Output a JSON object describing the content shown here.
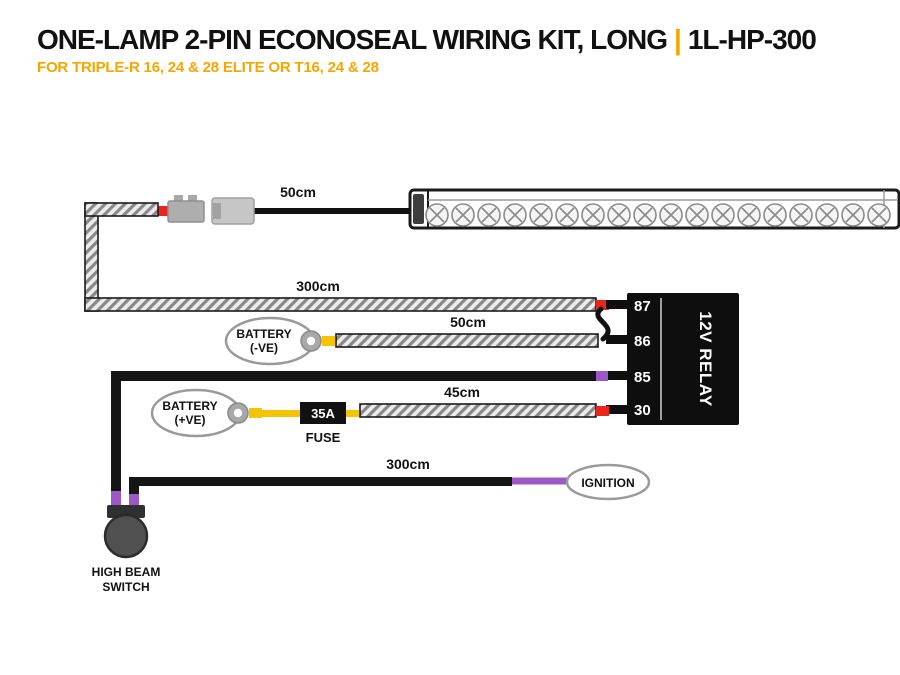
{
  "header": {
    "title": "ONE-LAMP 2-PIN ECONOSEAL WIRING KIT, LONG",
    "separator": "|",
    "code": "1L-HP-300",
    "subtitle": "FOR TRIPLE-R 16, 24 & 28 ELITE OR T16, 24 & 28"
  },
  "labels": {
    "lamp_cable": "50cm",
    "main_cable": "300cm",
    "battery_neg_cable": "50cm",
    "battery_pos_cable": "45cm",
    "ignition_cable": "300cm",
    "battery_neg": {
      "line1": "BATTERY",
      "line2": "(-VE)"
    },
    "battery_pos": {
      "line1": "BATTERY",
      "line2": "(+VE)"
    },
    "fuse_rating": "35A",
    "fuse": "FUSE",
    "ignition": "IGNITION",
    "relay": "12V RELAY",
    "pins": [
      "87",
      "86",
      "85",
      "30"
    ],
    "switch": {
      "line1": "HIGH BEAM",
      "line2": "SWITCH"
    }
  },
  "colors": {
    "accent_orange": "#F7A600",
    "wire_red": "#E8271C",
    "wire_purple": "#9C59C6",
    "wire_yellow": "#F5C400",
    "relay_black": "#0E0E0E",
    "outline_gray": "#9A9A9A"
  }
}
